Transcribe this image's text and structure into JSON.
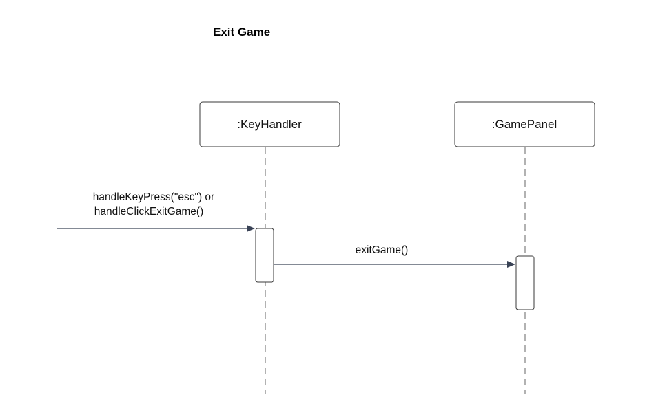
{
  "diagram": {
    "title": "Exit Game",
    "participants": [
      {
        "id": "key-handler",
        "label": ":KeyHandler"
      },
      {
        "id": "game-panel",
        "label": ":GamePanel"
      }
    ],
    "messages": [
      {
        "from": "found",
        "to": "key-handler",
        "label_lines": [
          "handleKeyPress(\"esc\") or",
          "handleClickExitGame()"
        ]
      },
      {
        "from": "key-handler",
        "to": "game-panel",
        "label_lines": [
          "exitGame()"
        ]
      }
    ],
    "colors": {
      "arrow": "#3a4356",
      "box_stroke": "#3a3a3a",
      "lifeline": "#666666"
    }
  }
}
